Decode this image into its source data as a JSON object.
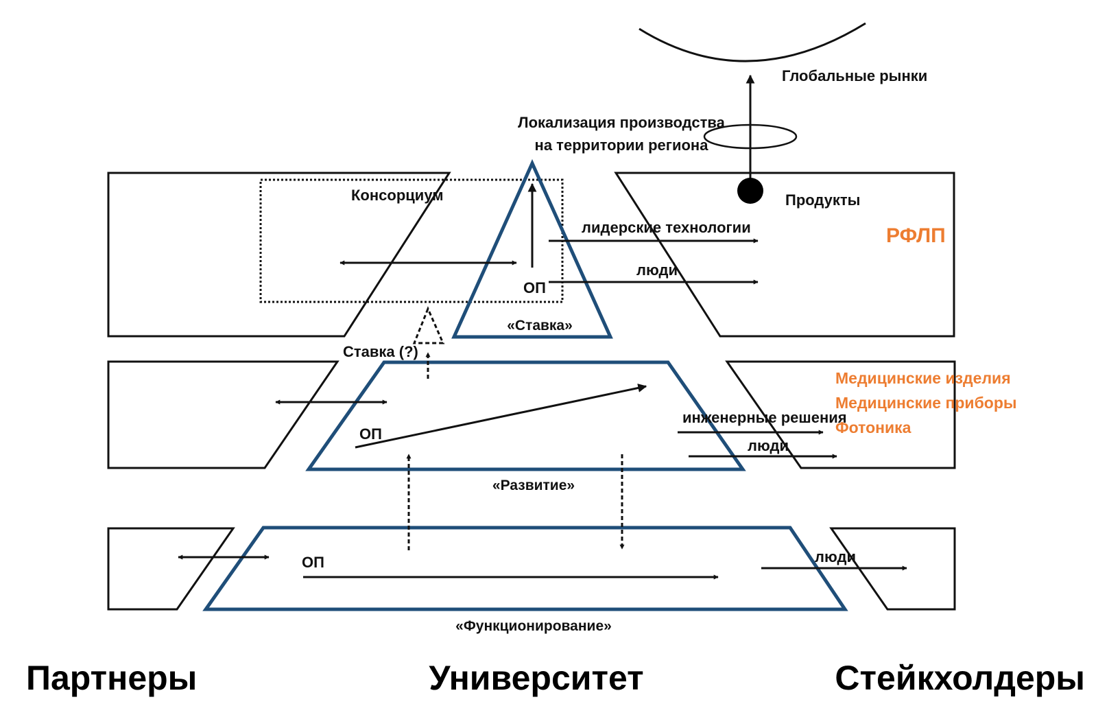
{
  "colors": {
    "stroke": "#111111",
    "blue": "#1f4e79",
    "orange": "#ed7d31"
  },
  "labels": {
    "global_markets": "Глобальные рынки",
    "localization_line1": "Локализация производства",
    "localization_line2": "на территории региона",
    "products": "Продукты",
    "consortium": "Консорциум",
    "leader_tech": "лидерские технологии",
    "people_top": "люди",
    "op_top": "ОП",
    "stavka": "«Ставка»",
    "stavka_q": "Ставка (?)",
    "rflp": "РФЛП",
    "med_products": "Медицинские изделия",
    "med_devices": "Медицинские приборы",
    "photonics": "Фотоника",
    "op_mid": "ОП",
    "engineering": "инженерные решения",
    "people_mid": "люди",
    "razvitie": "«Развитие»",
    "op_bottom": "ОП",
    "people_bottom": "люди",
    "functioning": "«Функционирование»",
    "partners": "Партнеры",
    "university": "Университет",
    "stakeholders": "Стейкхолдеры"
  }
}
